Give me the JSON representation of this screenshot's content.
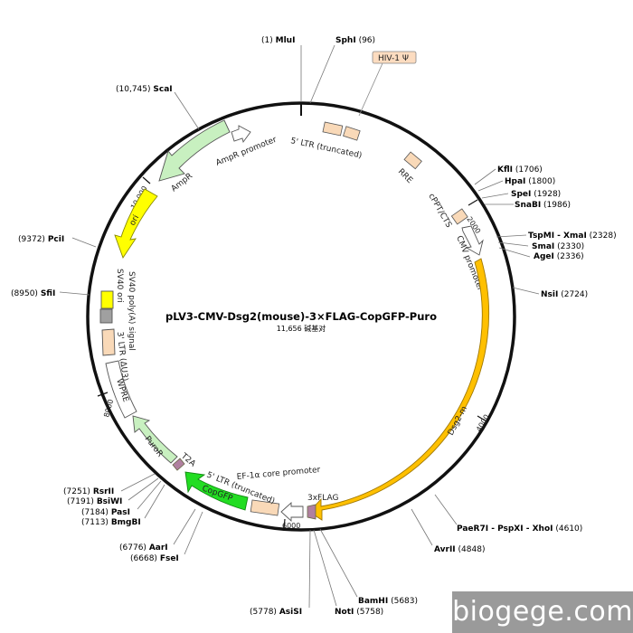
{
  "plasmid": {
    "name": "pLV3-CMV-Dsg2(mouse)-3×FLAG-CopGFP-Puro",
    "length_label": "11,656 碱基对"
  },
  "sites": [
    {
      "pos": "(1)",
      "name": "MluI"
    },
    {
      "pos": "(96)",
      "name": "SphI"
    },
    {
      "pos": "(1706)",
      "name": "KflI"
    },
    {
      "pos": "(1800)",
      "name": "HpaI"
    },
    {
      "pos": "(1928)",
      "name": "SpeI"
    },
    {
      "pos": "(1986)",
      "name": "SnaBI"
    },
    {
      "pos": "(2328)",
      "name": "TspMI - XmaI"
    },
    {
      "pos": "(2330)",
      "name": "SmaI"
    },
    {
      "pos": "(2336)",
      "name": "AgeI"
    },
    {
      "pos": "(2724)",
      "name": "NsiI"
    },
    {
      "pos": "(4610)",
      "name": "PaeR7I - PspXI - XhoI"
    },
    {
      "pos": "(4848)",
      "name": "AvrII"
    },
    {
      "pos": "(5683)",
      "name": "BamHI"
    },
    {
      "pos": "(5758)",
      "name": "NotI"
    },
    {
      "pos": "(5778)",
      "name": "AsiSI"
    },
    {
      "pos": "(6668)",
      "name": "FseI"
    },
    {
      "pos": "(6776)",
      "name": "AarI"
    },
    {
      "pos": "(7113)",
      "name": "BmgBI"
    },
    {
      "pos": "(7184)",
      "name": "PasI"
    },
    {
      "pos": "(7191)",
      "name": "BsiWI"
    },
    {
      "pos": "(7251)",
      "name": "RsrII"
    },
    {
      "pos": "(8950)",
      "name": "SfiI"
    },
    {
      "pos": "(9372)",
      "name": "PciI"
    },
    {
      "pos": "(10,745)",
      "name": "ScaI"
    }
  ],
  "features": {
    "hiv_psi": "HIV-1 Ψ",
    "ltr5_trunc": "5' LTR (truncated)",
    "rre": "RRE",
    "cppt": "cPPT/CTS",
    "cmv": "CMV promoter",
    "dsg2": "Dsg2-m",
    "flag": "3xFLAG",
    "ef1a": "EF-1α core promoter",
    "copgfp": "CopGFP",
    "ltr5_trunc_b": "5' LTR (truncated)",
    "t2a": "T2A",
    "puror": "PuroR",
    "wpre": "WPRE",
    "ltr3": "3' LTR (ΔU3)",
    "sv40_polya": "SV40 poly(A) signal",
    "sv40_ori": "SV40 ori",
    "ori": "ori",
    "ampr": "AmpR",
    "ampr_promoter": "AmpR promoter"
  },
  "ticks": [
    "2000",
    "4000",
    "6000",
    "8000",
    "10,000"
  ],
  "colors": {
    "backbone": "#111111",
    "ltr": "#f9d9b8",
    "dsg2": "#ffc000",
    "copgfp": "#22dd22",
    "puror": "#c8f0c0",
    "ampr": "#c8f0c0",
    "ori": "#ffff00",
    "sv40_ori": "#ffff00",
    "polya": "#a0a0a0",
    "flag": "#b080a0",
    "promoter": "#ffffff",
    "label_box": "#fcdcc0"
  },
  "watermark": "biogege.com"
}
